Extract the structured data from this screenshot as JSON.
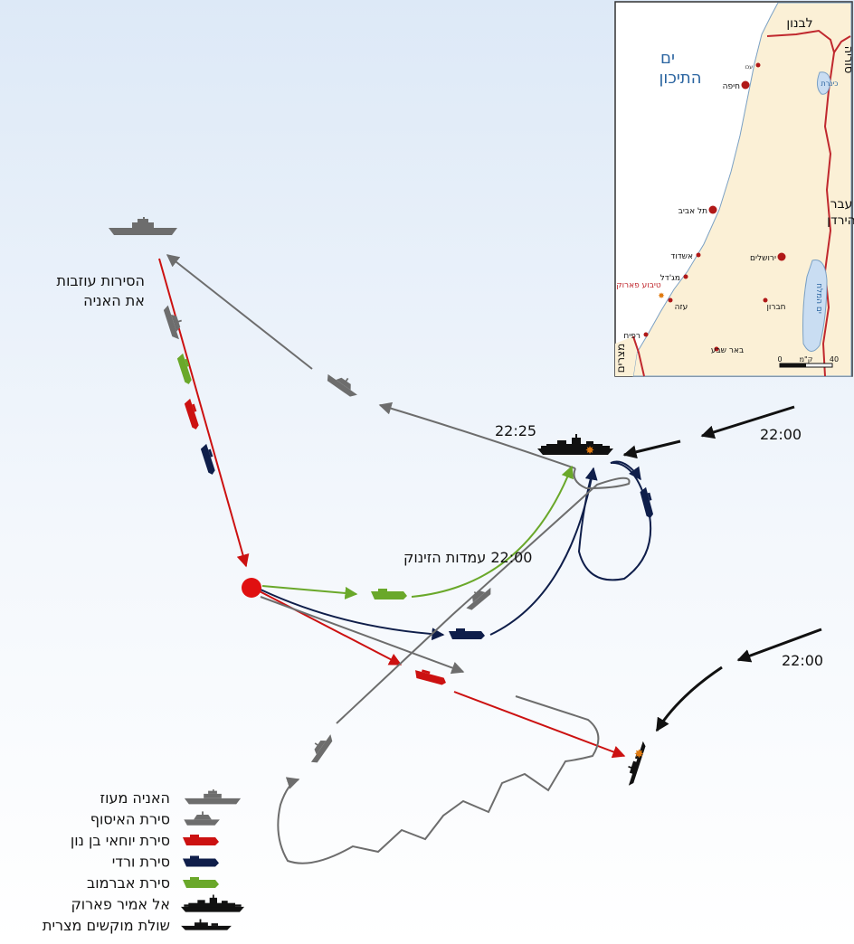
{
  "colors": {
    "background_top": "#e2ecf8",
    "background_bottom": "#ffffff",
    "grey_boat": "#6d6d6d",
    "red_boat": "#cc1111",
    "navy_boat": "#0f1e4a",
    "green_boat": "#6aa82a",
    "black_ship": "#111111",
    "inset_sea": "#ffffff",
    "inset_land": "#fbf0d6",
    "inset_border": "#c0282e",
    "inset_water": "#c9ddf2",
    "city_dot": "#b01818"
  },
  "labels": {
    "boats_leave_ship": [
      "הסירות עוזבות",
      "את האניה"
    ],
    "launch_positions": "22:00 עמדות הזינוק",
    "time_2225": "22:25",
    "time_2200_a": "22:00",
    "time_2200_b": "22:00"
  },
  "legend": [
    {
      "label": "האניה מעוז",
      "icon": "cargo-ship-icon",
      "color": "#6d6d6d"
    },
    {
      "label": "סירת האיסוף",
      "icon": "pickup-boat-icon",
      "color": "#6d6d6d"
    },
    {
      "label": "סירת יוחאי בן נון",
      "icon": "explosive-boat-icon",
      "color": "#cc1111"
    },
    {
      "label": "סירת ורדי",
      "icon": "explosive-boat-icon",
      "color": "#0f1e4a"
    },
    {
      "label": "סירת אברמוב",
      "icon": "explosive-boat-icon",
      "color": "#6aa82a"
    },
    {
      "label": "אל אמיר פארוק",
      "icon": "warship-icon",
      "color": "#111111"
    },
    {
      "label": "שולת מוקשים מצרית",
      "icon": "minesweeper-icon",
      "color": "#111111"
    }
  ],
  "inset": {
    "sea_label": [
      "ים",
      "התיכון"
    ],
    "countries": {
      "lebanon": "לבנון",
      "syria": "סוריה",
      "transjordan": [
        "עבר",
        "הירדן"
      ],
      "egypt": "מצרים"
    },
    "water": {
      "kinneret": "כינרת",
      "dead_sea": "ים המלח"
    },
    "cities": [
      {
        "name": "עכו"
      },
      {
        "name": "חיפה"
      },
      {
        "name": "תל אביב"
      },
      {
        "name": "אשדוד"
      },
      {
        "name": "ירושלים"
      },
      {
        "name": "מג'דל"
      },
      {
        "name": "עזה"
      },
      {
        "name": "חברון"
      },
      {
        "name": "רפיח"
      },
      {
        "name": "באר שבע"
      }
    ],
    "sinking_label": "טיבוע פארוק",
    "scale": {
      "zero": "0",
      "max": "40",
      "unit": "ק\"מ"
    }
  }
}
